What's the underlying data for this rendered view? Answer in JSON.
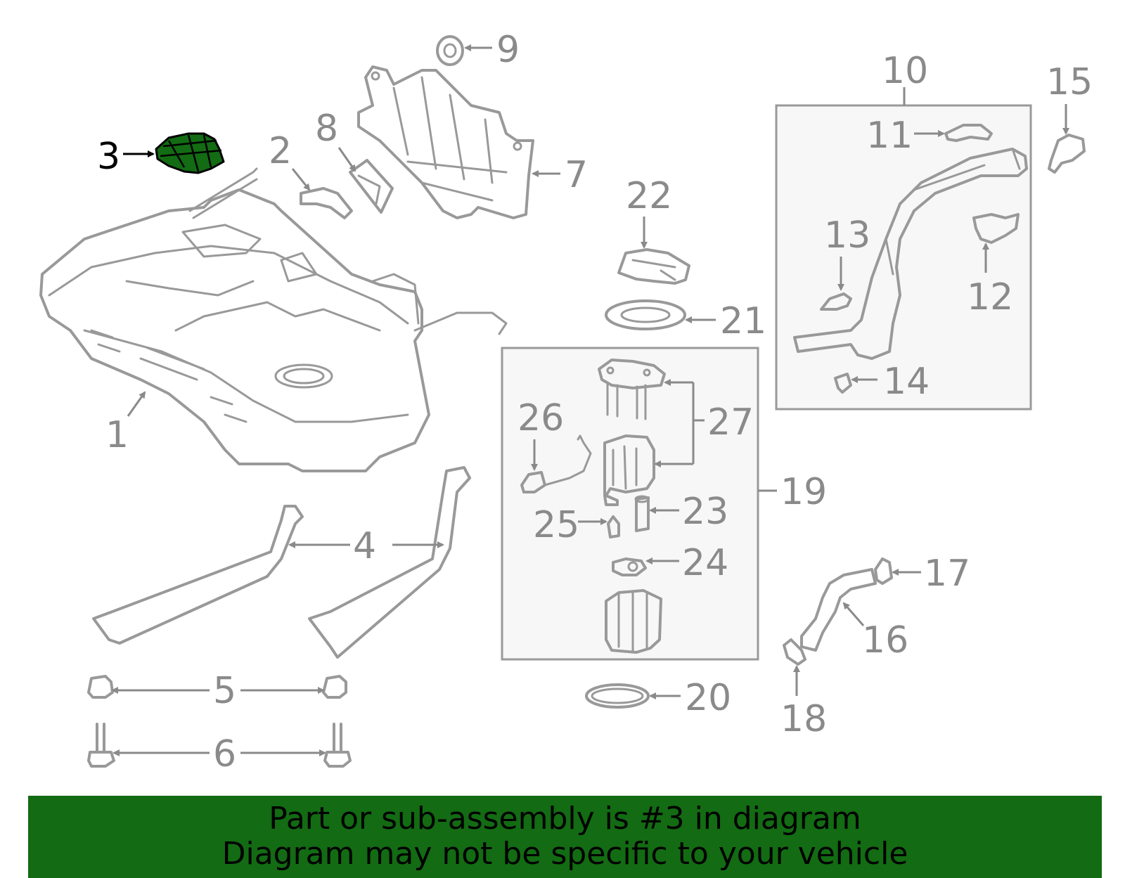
{
  "highlight": {
    "part_number": "3",
    "color": "#136b13"
  },
  "callouts": {
    "c1": "1",
    "c2": "2",
    "c3": "3",
    "c4": "4",
    "c5": "5",
    "c6": "6",
    "c7": "7",
    "c8": "8",
    "c9": "9",
    "c10": "10",
    "c11": "11",
    "c12": "12",
    "c13": "13",
    "c14": "14",
    "c15": "15",
    "c16": "16",
    "c17": "17",
    "c18": "18",
    "c19": "19",
    "c20": "20",
    "c21": "21",
    "c22": "22",
    "c23": "23",
    "c24": "24",
    "c25": "25",
    "c26": "26",
    "c27": "27"
  },
  "footer": {
    "line1": "Part or sub-assembly is #3 in diagram",
    "line2": "Diagram may not be specific to your vehicle"
  }
}
